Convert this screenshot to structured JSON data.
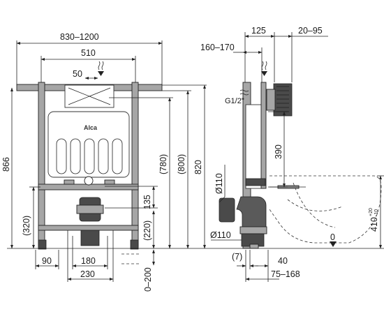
{
  "front_view": {
    "width_range": "830–1200",
    "frame_width": "510",
    "offset_50": "50",
    "height_866": "866",
    "height_320": "(320)",
    "height_780": "(780)",
    "height_800": "(800)",
    "height_820": "820",
    "height_135": "135",
    "height_220": "(220)",
    "adjust_0_200": "0–200",
    "bottom_90": "90",
    "bottom_180": "180",
    "bottom_230": "230",
    "brand": "Alca"
  },
  "side_view": {
    "depth_125": "125",
    "range_20_95": "20–95",
    "range_160_170": "160–170",
    "connection": "G1/2\"",
    "height_390": "390",
    "diameter_110_upper": "Ø110",
    "diameter_110_lower": "Ø110",
    "tolerance_7": "(7)",
    "dim_40": "40",
    "range_75_168": "75–168",
    "height_410": "410",
    "tol_upper": "+20",
    "tol_lower": "-10",
    "floor_zero": "0"
  }
}
